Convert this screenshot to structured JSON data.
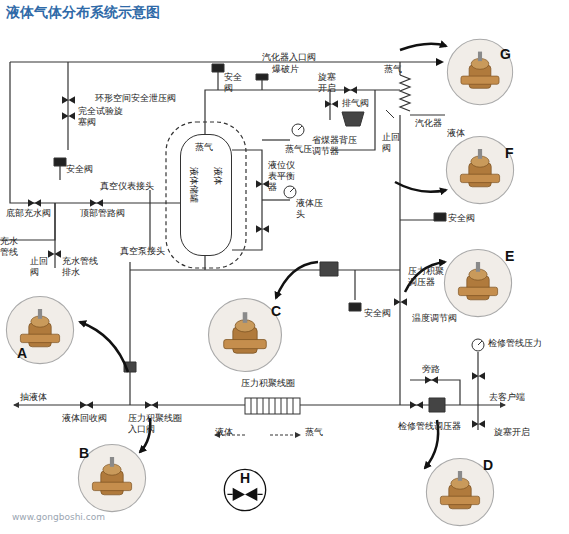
{
  "diagram": {
    "title": "液体气体分布系统示意图",
    "nodes": [
      {
        "text": [
          "G"
        ]
      },
      {
        "text": [
          "蒸气",
          "液体储罐",
          "液体"
        ]
      },
      {
        "text": [
          "F"
        ]
      },
      {
        "text": [
          "E"
        ]
      },
      {
        "text": [
          "C"
        ]
      },
      {
        "text": [
          "A"
        ]
      },
      {
        "text": [
          "B"
        ]
      },
      {
        "text": [
          "H"
        ]
      },
      {
        "text": [
          "D"
        ]
      }
    ],
    "labels": [
      "汽化器入口阀",
      "爆破片",
      "安全阀",
      "旋塞开启",
      "蒸气",
      "排气阀",
      "环形空间安全泄压阀",
      "完全试验旋塞阀",
      "汽化器",
      "液体",
      "止回阀",
      "蒸气压",
      "省煤器背压调节器",
      "安全阀",
      "真空仪表接头",
      "液位仪表平衡器",
      "底部充水阀",
      "顶部管路阀",
      "液体压头",
      "安全阀",
      "充水管线",
      "止回阀",
      "充水管线排水",
      "真空泵接头",
      "压力积聚调压器",
      "安全阀",
      "温度调节阀",
      "检修管线压力",
      "压力积聚线圈",
      "旁路",
      "抽液体",
      "去客户端",
      "液体回收阀",
      "压力积聚线圈入口阀",
      "检修管线调压器",
      "液体",
      "蒸气",
      "旋塞开启",
      "www.gongboshi.com"
    ]
  }
}
